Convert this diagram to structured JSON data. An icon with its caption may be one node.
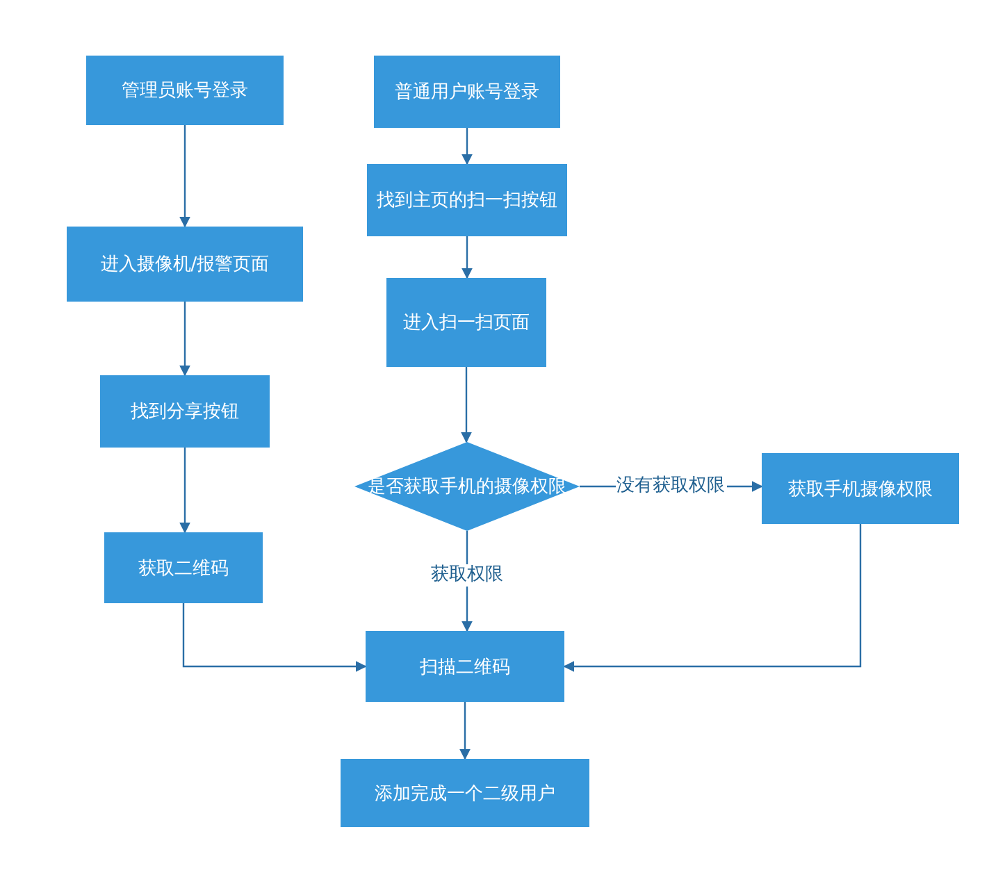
{
  "diagram": {
    "nodes": [
      {
        "text": [
          "管理员账号登录"
        ]
      },
      {
        "text": [
          "进入摄像机/报警页面"
        ]
      },
      {
        "text": [
          "找到分享按钮"
        ]
      },
      {
        "text": [
          "获取二维码"
        ]
      },
      {
        "text": [
          "普通用户账号登录"
        ]
      },
      {
        "text": [
          "找到主页的扫一扫按钮"
        ]
      },
      {
        "text": [
          "进入扫一扫页面"
        ]
      },
      {
        "text": [
          "是否获取手机的摄像权限"
        ]
      },
      {
        "text": [
          "获取手机摄像权限"
        ]
      },
      {
        "text": [
          "扫描二维码"
        ]
      },
      {
        "text": [
          "添加完成一个二级用户"
        ]
      }
    ],
    "edges": [
      {
        "from": 0,
        "to": 1,
        "arrow": "to"
      },
      {
        "from": 1,
        "to": 2,
        "arrow": "to"
      },
      {
        "from": 2,
        "to": 3,
        "arrow": "to"
      },
      {
        "from": 3,
        "to": 9,
        "arrow": "to"
      },
      {
        "from": 4,
        "to": 5,
        "arrow": "to"
      },
      {
        "from": 5,
        "to": 6,
        "arrow": "to"
      },
      {
        "from": 6,
        "to": 7,
        "arrow": "to"
      },
      {
        "from": 7,
        "to": 8,
        "arrow": "to",
        "label": "没有获取权限"
      },
      {
        "from": 7,
        "to": 9,
        "arrow": "to",
        "label": "获取权限"
      },
      {
        "from": 8,
        "to": 9,
        "arrow": "to"
      },
      {
        "from": 9,
        "to": 10,
        "arrow": "to"
      }
    ]
  }
}
